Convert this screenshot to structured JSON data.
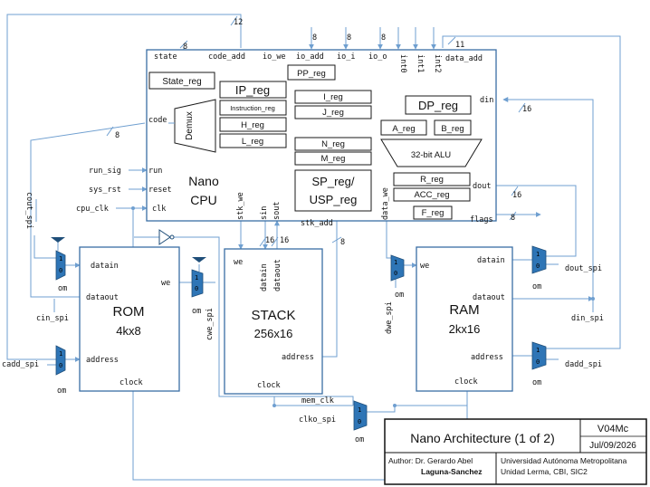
{
  "cpu": {
    "ports_top": {
      "state": "state",
      "code_add": "code_add",
      "io_we": "io_we",
      "io_add": "io_add",
      "io_i": "io_i",
      "io_o": "io_o",
      "int0": "int0",
      "int1": "int1",
      "int2": "int2",
      "data_add": "data_add"
    },
    "ports_left": {
      "code": "code",
      "run": "run",
      "reset": "reset",
      "clk": "clk"
    },
    "ports_right": {
      "din": "din",
      "dout": "dout",
      "flags": "flags"
    },
    "ports_bottom": {
      "stk_we": "stk_we",
      "sin": "sin",
      "sout": "sout",
      "stk_add": "stk_add",
      "data_we": "data_we"
    },
    "registers": {
      "state_reg": "State_reg",
      "ip_reg": "IP_reg",
      "instruction_reg": "Instruction_reg",
      "h_reg": "H_reg",
      "l_reg": "L_reg",
      "pp_reg": "PP_reg",
      "i_reg": "I_reg",
      "j_reg": "J_reg",
      "n_reg": "N_reg",
      "m_reg": "M_reg",
      "sp_reg_1": "SP_reg/",
      "sp_reg_2": "USP_reg",
      "dp_reg": "DP_reg",
      "a_reg": "A_reg",
      "b_reg": "B_reg",
      "alu": "32-bit ALU",
      "r_reg": "R_reg",
      "acc_reg": "ACC_reg",
      "f_reg": "F_reg"
    },
    "demux": "Demux",
    "title_1": "Nano",
    "title_2": "CPU"
  },
  "signals": {
    "run_sig": "run_sig",
    "sys_rst": "sys_rst",
    "cpu_clk": "cpu_clk",
    "cout_spi": "cout_spi",
    "cin_spi": "cin_spi",
    "cadd_spi": "cadd_spi",
    "cwe_spi": "cwe_spi",
    "mem_clk": "mem_clk",
    "clko_spi": "clko_spi",
    "dwe_spi": "dwe_spi",
    "dout_spi": "dout_spi",
    "din_spi": "din_spi",
    "dadd_spi": "dadd_spi"
  },
  "bus_widths": {
    "w12": "12",
    "w8_state": "8",
    "w8_io_add": "8",
    "w8_io_i": "8",
    "w8_io_o": "8",
    "w11": "11",
    "w16_din": "16",
    "w8_code": "8",
    "w16_dout": "16",
    "w8_flags": "8",
    "w16_sin": "16",
    "w16_sout": "16",
    "w8_stk": "8"
  },
  "rom": {
    "datain": "datain",
    "we": "we",
    "dataout": "dataout",
    "address": "address",
    "clock": "clock",
    "name_1": "ROM",
    "name_2": "4kx8"
  },
  "stack": {
    "we": "we",
    "datain": "datain",
    "dataout": "dataout",
    "address": "address",
    "clock": "clock",
    "name_1": "STACK",
    "name_2": "256x16"
  },
  "ram": {
    "we": "we",
    "datain": "datain",
    "dataout": "dataout",
    "address": "address",
    "clock": "clock",
    "name_1": "RAM",
    "name_2": "2kx16"
  },
  "mux_labels": {
    "one": "1",
    "zero": "0",
    "om": "om"
  },
  "title_block": {
    "title": "Nano Architecture (1 of 2)",
    "version": "V04Mc",
    "date": "Jul/09/2026",
    "author_label": "Author: Dr. Gerardo Abel",
    "author_name": "Laguna-Sanchez",
    "institution_1": "Universidad Autónoma Metropolitana",
    "institution_2": "Unidad Lerma, CBI, SIC2"
  },
  "colors": {
    "wire": "#6f9fd0",
    "mux": "#2e75b6",
    "box": "#3a6ea5"
  }
}
